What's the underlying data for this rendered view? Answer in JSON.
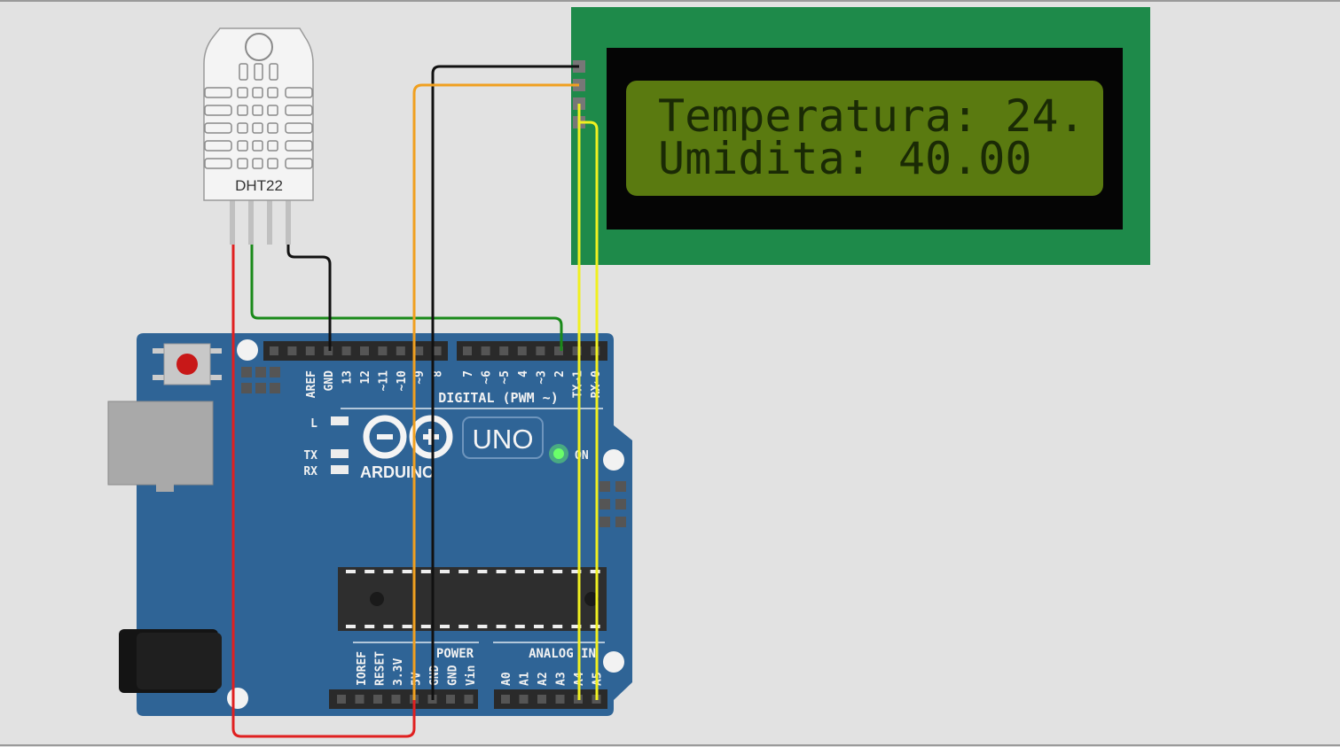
{
  "sensor": {
    "label": "DHT22"
  },
  "lcd": {
    "line1": "Temperatura: 24.",
    "line2": "Umidita:   40.00"
  },
  "arduino": {
    "brand": "ARDUINO",
    "model": "UNO",
    "digital_label": "DIGITAL (PWM ~)",
    "power_label": "POWER",
    "analog_label": "ANALOG IN",
    "on_label": "ON",
    "led_l": "L",
    "led_tx": "TX",
    "led_rx": "RX",
    "digital_pins": [
      "AREF",
      "GND",
      "13",
      "12",
      "~11",
      "~10",
      "~9",
      "8",
      "7",
      "~6",
      "~5",
      "4",
      "~3",
      "2",
      "TX→1",
      "RX←0"
    ],
    "power_pins": [
      "IOREF",
      "RESET",
      "3.3V",
      "5V",
      "GND",
      "GND",
      "Vin"
    ],
    "analog_pins": [
      "A0",
      "A1",
      "A2",
      "A3",
      "A4",
      "A5"
    ]
  },
  "wire_colors": {
    "vcc": "#e02020",
    "data": "#1a8a1a",
    "ground": "#111111",
    "lcd_vcc": "#f0a020",
    "sda": "#f0f020",
    "scl": "#f0f020"
  },
  "colors": {
    "board": "#2f6496",
    "lcd_pcb": "#1e8a4a",
    "lcd_screen": "#5a7a10",
    "lcd_text": "#1a2a05",
    "on_led": "#6aff6a"
  }
}
